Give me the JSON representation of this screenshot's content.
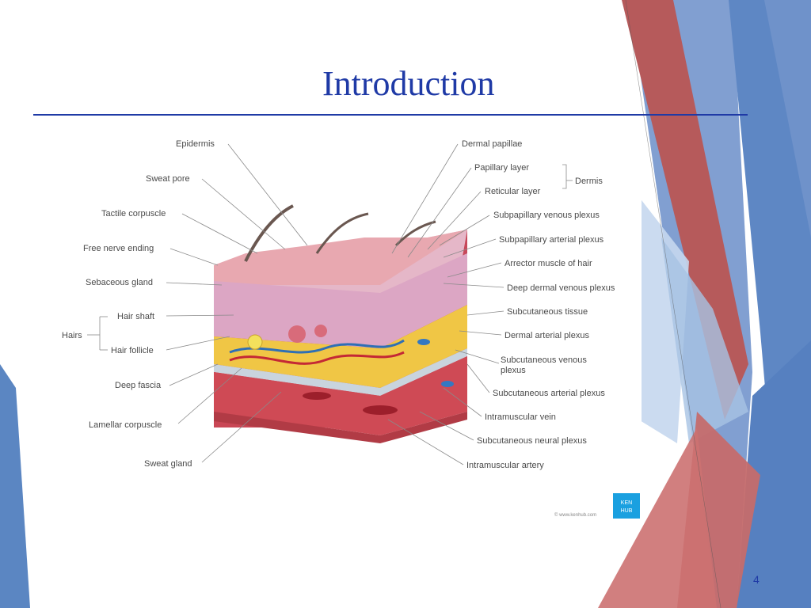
{
  "slide": {
    "title": "Introduction",
    "page_number": "4"
  },
  "figure": {
    "left_labels": [
      "Epidermis",
      "Sweat pore",
      "Tactile corpuscle",
      "Free nerve ending",
      "Sebaceous gland",
      "Hair shaft",
      "Hairs",
      "Hair follicle",
      "Deep fascia",
      "Lamellar corpuscle",
      "Sweat gland"
    ],
    "right_labels": [
      "Dermal papillae",
      "Papillary layer",
      "Reticular layer",
      "Dermis",
      "Subpapillary venous plexus",
      "Subpapillary arterial plexus",
      "Arrector muscle of hair",
      "Deep dermal venous plexus",
      "Subcutaneous tissue",
      "Dermal arterial plexus",
      "Subcutaneous venous",
      "plexus",
      "Subcutaneous arterial plexus",
      "Intramuscular vein",
      "Subcutaneous neural plexus",
      "Intramuscular artery"
    ],
    "logo_text": [
      "KEN",
      "HUB"
    ],
    "credit": "© www.kenhub.com"
  },
  "colors": {
    "title": "#1f3aa6",
    "deco_red": "#b9595a",
    "deco_blue": "#5b86c2",
    "deco_light_blue": "#b9cfe8"
  }
}
